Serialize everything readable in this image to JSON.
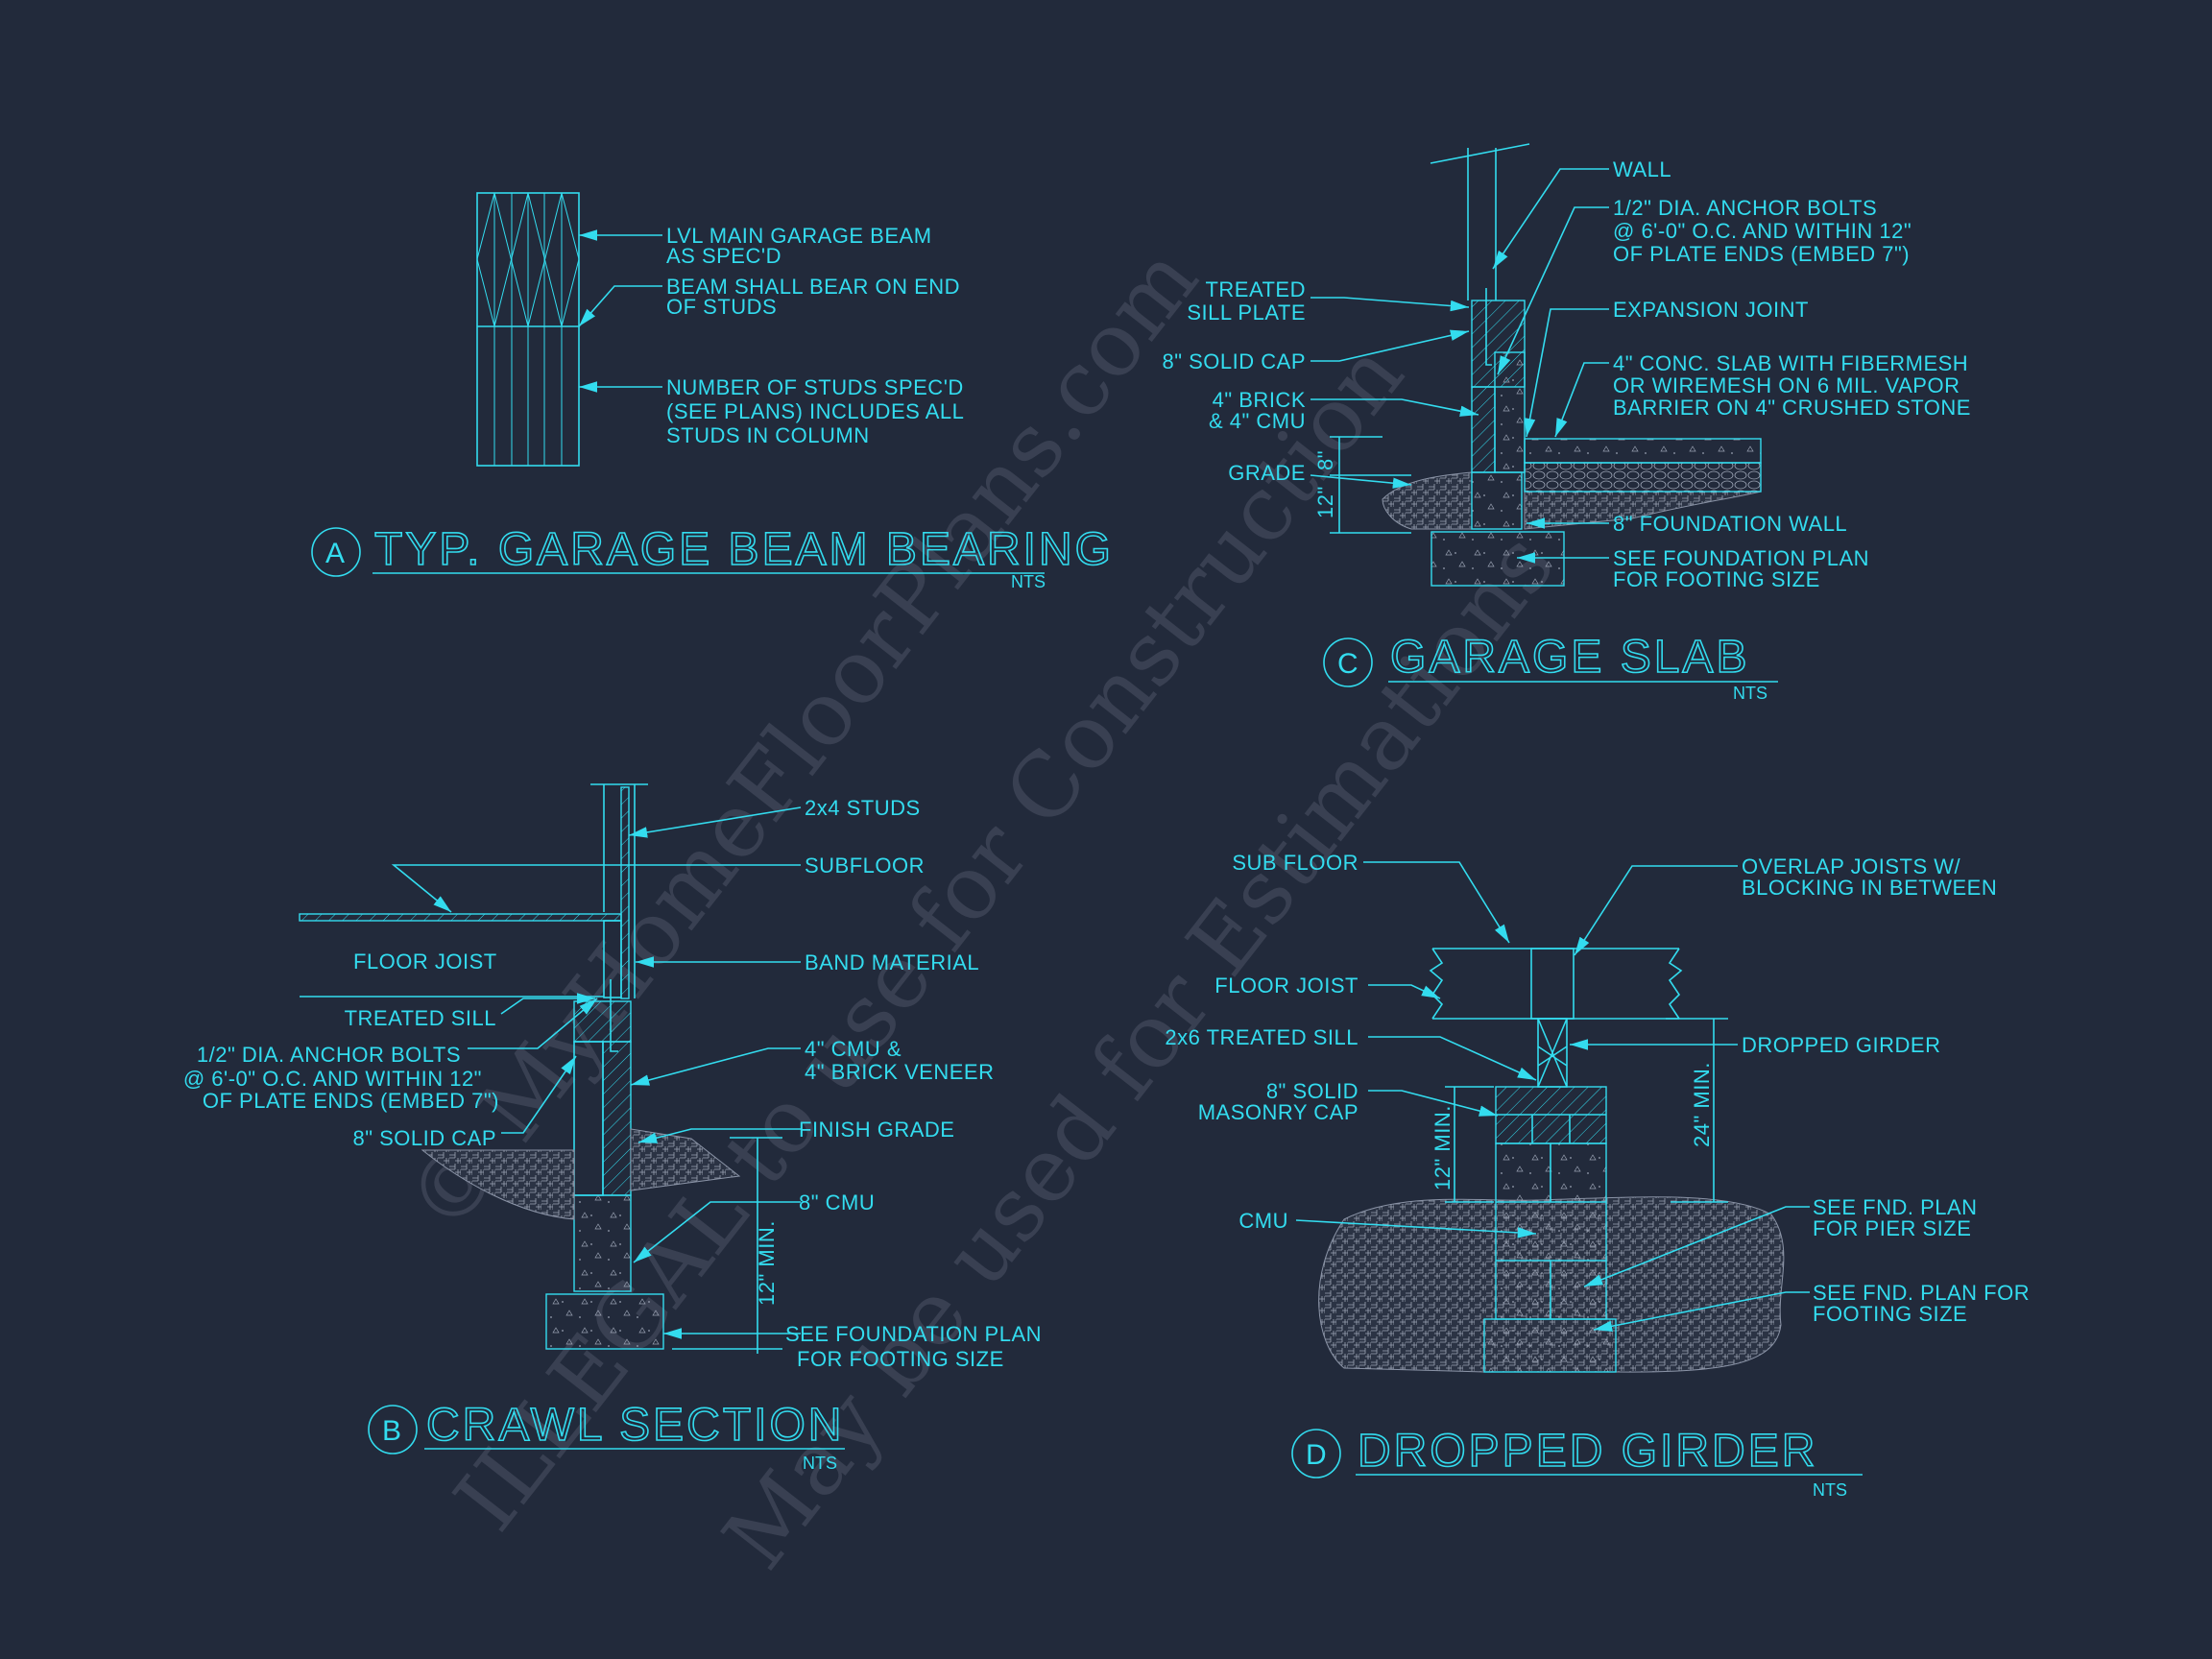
{
  "colors": {
    "background": "#222a3b",
    "linework": "#33dcef",
    "watermark": "#8c93a3"
  },
  "watermark": {
    "line1": "© MyHomeFloorPlans.com",
    "line2": "ILLEGAL to use for Construction",
    "line3": "May be used for Estimations"
  },
  "detail_a": {
    "marker": "A",
    "title": "TYP. GARAGE BEAM BEARING",
    "scale": "NTS",
    "labels": [
      [
        "LVL MAIN GARAGE BEAM",
        "AS SPEC'D"
      ],
      [
        "BEAM SHALL BEAR ON END",
        "OF STUDS"
      ],
      [
        "NUMBER OF STUDS SPEC'D",
        "(SEE PLANS) INCLUDES ALL",
        "STUDS IN COLUMN"
      ]
    ]
  },
  "detail_b": {
    "marker": "B",
    "title": "CRAWL SECTION",
    "scale": "NTS",
    "labels": {
      "studs": "2x4 STUDS",
      "subfloor": "SUBFLOOR",
      "floor_joist": "FLOOR JOIST",
      "band": "BAND MATERIAL",
      "treated_sill": "TREATED SILL",
      "anchor": [
        "1/2\" DIA. ANCHOR BOLTS",
        "@ 6'-0\" O.C. AND WITHIN 12\"",
        "OF PLATE ENDS (EMBED 7\")"
      ],
      "cmu_brick": [
        "4\" CMU &",
        "4\" BRICK VENEER"
      ],
      "solid_cap": "8\" SOLID CAP",
      "finish_grade": "FINISH GRADE",
      "cmu8": "8\" CMU",
      "footing": [
        "SEE FOUNDATION PLAN",
        "FOR FOOTING SIZE"
      ],
      "dim_min": "12\" MIN."
    }
  },
  "detail_c": {
    "marker": "C",
    "title": "GARAGE SLAB",
    "scale": "NTS",
    "labels": {
      "wall": "WALL",
      "anchor": [
        "1/2\" DIA. ANCHOR BOLTS",
        "@ 6'-0\" O.C. AND WITHIN 12\"",
        "OF PLATE ENDS (EMBED 7\")"
      ],
      "treated": [
        "TREATED",
        "SILL PLATE"
      ],
      "expansion": "EXPANSION JOINT",
      "solid_cap": "8\" SOLID CAP",
      "slab": [
        "4\" CONC. SLAB WITH FIBERMESH",
        "OR WIREMESH ON 6 MIL. VAPOR",
        "BARRIER ON 4\" CRUSHED STONE"
      ],
      "brick": [
        "4\" BRICK",
        "& 4\" CMU"
      ],
      "grade": "GRADE",
      "found_wall": "8\" FOUNDATION WALL",
      "footing": [
        "SEE FOUNDATION PLAN",
        "FOR FOOTING SIZE"
      ],
      "dim_8": "8\"",
      "dim_12": "12\""
    }
  },
  "detail_d": {
    "marker": "D",
    "title": "DROPPED GIRDER",
    "scale": "NTS",
    "labels": {
      "sub_floor": "SUB FLOOR",
      "overlap": [
        "OVERLAP JOISTS W/",
        "BLOCKING IN BETWEEN"
      ],
      "floor_joist": "FLOOR JOIST",
      "sill": "2x6 TREATED SILL",
      "girder": "DROPPED GIRDER",
      "cap": [
        "8\" SOLID",
        "MASONRY CAP"
      ],
      "cmu": "CMU",
      "pier": [
        "SEE FND. PLAN",
        "FOR PIER SIZE"
      ],
      "footing": [
        "SEE FND. PLAN FOR",
        "FOOTING SIZE"
      ],
      "dim_12": "12\" MIN.",
      "dim_24": "24\" MIN."
    }
  }
}
